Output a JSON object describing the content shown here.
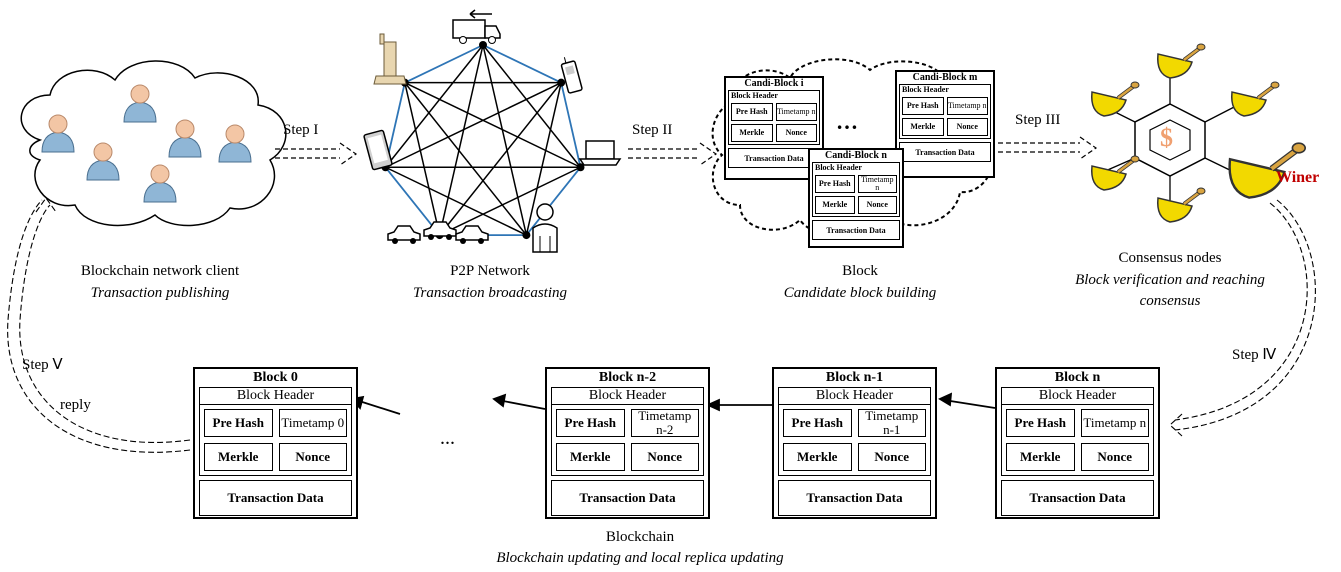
{
  "steps": {
    "step1": "Step I",
    "step2": "Step II",
    "step3": "Step III",
    "step4": "Step Ⅳ",
    "step5": "Step Ⅴ",
    "reply": "reply"
  },
  "panels": {
    "client": {
      "title": "Blockchain network client",
      "subtitle": "Transaction publishing"
    },
    "p2p": {
      "title": "P2P Network",
      "subtitle": "Transaction broadcasting"
    },
    "block": {
      "title": "Block",
      "subtitle": "Candidate block building"
    },
    "consensus": {
      "title": "Consensus  nodes",
      "subtitle_line1": "Block verification and reaching",
      "subtitle_line2": "consensus"
    },
    "chain": {
      "title": "Blockchain",
      "subtitle": "Blockchain updating  and local replica updating"
    }
  },
  "consensus_art": {
    "coin_symbol": "$",
    "winner": "Winer"
  },
  "candidate_blocks": [
    {
      "title": "Candi-Block i",
      "header": "Block Header",
      "prehash": "Pre Hash",
      "timestamp": "Timetamp n",
      "merkle": "Merkle",
      "nonce": "Nonce",
      "txdata": "Transaction Data"
    },
    {
      "title": "Candi-Block m",
      "header": "Block Header",
      "prehash": "Pre Hash",
      "timestamp": "Timetamp n",
      "merkle": "Merkle",
      "nonce": "Nonce",
      "txdata": "Transaction Data"
    },
    {
      "title": "Candi-Block n",
      "header": "Block Header",
      "prehash": "Pre Hash",
      "timestamp": "Timetamp n",
      "merkle": "Merkle",
      "nonce": "Nonce",
      "txdata": "Transaction Data"
    }
  ],
  "candidate_ellipsis": "…",
  "chain_blocks": [
    {
      "title": "Block 0",
      "header": "Block Header",
      "prehash": "Pre Hash",
      "timestamp": "Timetamp 0",
      "merkle": "Merkle",
      "nonce": "Nonce",
      "txdata": "Transaction Data"
    },
    {
      "title": "Block n-2",
      "header": "Block Header",
      "prehash": "Pre Hash",
      "timestamp": "Timetamp n-2",
      "merkle": "Merkle",
      "nonce": "Nonce",
      "txdata": "Transaction Data"
    },
    {
      "title": "Block n-1",
      "header": "Block Header",
      "prehash": "Pre Hash",
      "timestamp": "Timetamp n-1",
      "merkle": "Merkle",
      "nonce": "Nonce",
      "txdata": "Transaction Data"
    },
    {
      "title": "Block n",
      "header": "Block Header",
      "prehash": "Pre Hash",
      "timestamp": "Timetamp n",
      "merkle": "Merkle",
      "nonce": "Nonce",
      "txdata": "Transaction Data"
    }
  ],
  "chain_ellipsis": "...",
  "colors": {
    "user_fill": "#8fb6d6",
    "user_head": "#f3c6a5",
    "coin": "#f2d900",
    "coin_stroke": "#b8860b",
    "winner": "#c00000",
    "dollar": "#f0a070",
    "network_edge": "#2e75b6"
  },
  "icons": [
    "cloud-icon",
    "user-icon",
    "tablet-icon",
    "truck-icon",
    "mobile-phone-icon",
    "laptop-icon",
    "car-icon",
    "person-icon",
    "industrial-tower-icon",
    "shovel-icon",
    "coin-icon"
  ]
}
